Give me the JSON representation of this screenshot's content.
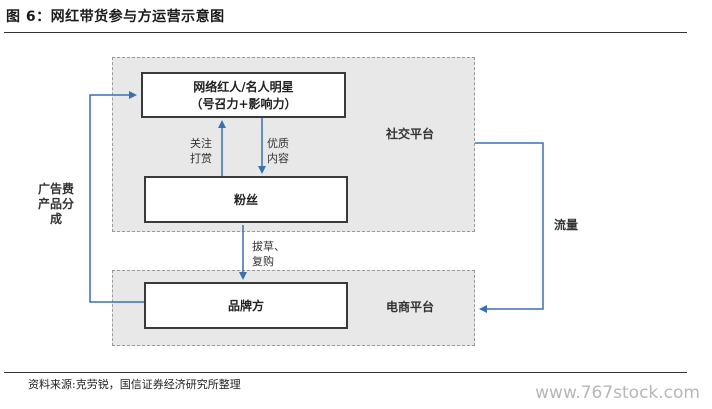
{
  "figure": {
    "title": "图 6：网红带货参与方运营示意图",
    "source": "资料来源:克劳锐，国信证券经济研究所整理",
    "watermark": "www.767stock.com"
  },
  "nodes": {
    "influencer_line1": "网络红人/名人明星",
    "influencer_line2": "（号召力+影响力）",
    "fans": "粉丝",
    "brand": "品牌方"
  },
  "platforms": {
    "social": "社交平台",
    "ecommerce": "电商平台"
  },
  "edges": {
    "fans_to_influencer_1": "关注",
    "fans_to_influencer_2": "打赏",
    "influencer_to_fans_1": "优质",
    "influencer_to_fans_2": "内容",
    "fans_to_brand_1": "拔草、",
    "fans_to_brand_2": "复购",
    "brand_to_influencer_1": "广告费",
    "brand_to_influencer_2": "产品分",
    "brand_to_influencer_3": "成",
    "social_ecommerce": "流量"
  }
}
